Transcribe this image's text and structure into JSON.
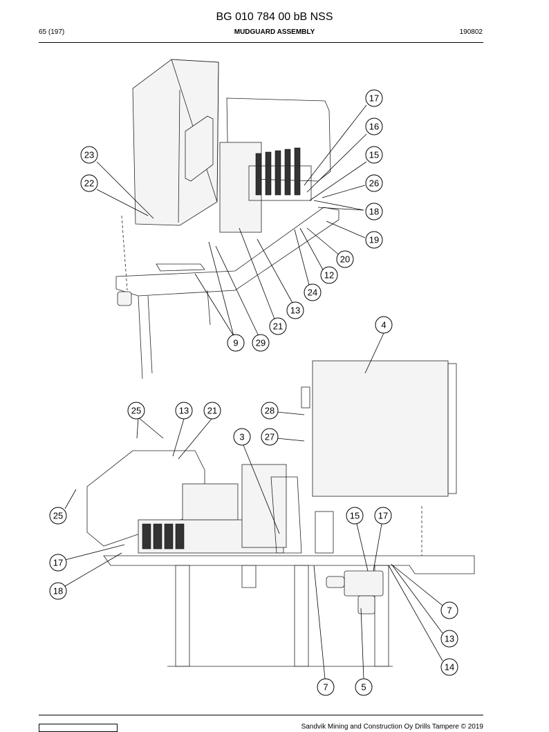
{
  "header": {
    "doc_number": "BG 010 784 00 bB NSS",
    "page_ref": "65 (197)",
    "title": "MUDGUARD ASSEMBLY",
    "date_code": "190802"
  },
  "footer": {
    "copyright": "Sandvik Mining and Construction Oy Drills Tampere © 2019"
  },
  "callouts": [
    {
      "label": "17"
    },
    {
      "label": "16"
    },
    {
      "label": "15"
    },
    {
      "label": "23"
    },
    {
      "label": "22"
    },
    {
      "label": "26"
    },
    {
      "label": "18"
    },
    {
      "label": "19"
    },
    {
      "label": "20"
    },
    {
      "label": "12"
    },
    {
      "label": "24"
    },
    {
      "label": "13"
    },
    {
      "label": "21"
    },
    {
      "label": "9"
    },
    {
      "label": "29"
    },
    {
      "label": "4"
    },
    {
      "label": "25"
    },
    {
      "label": "13"
    },
    {
      "label": "21"
    },
    {
      "label": "28"
    },
    {
      "label": "3"
    },
    {
      "label": "27"
    },
    {
      "label": "25"
    },
    {
      "label": "15"
    },
    {
      "label": "17"
    },
    {
      "label": "17"
    },
    {
      "label": "18"
    },
    {
      "label": "7"
    },
    {
      "label": "13"
    },
    {
      "label": "14"
    },
    {
      "label": "7"
    },
    {
      "label": "5"
    }
  ]
}
